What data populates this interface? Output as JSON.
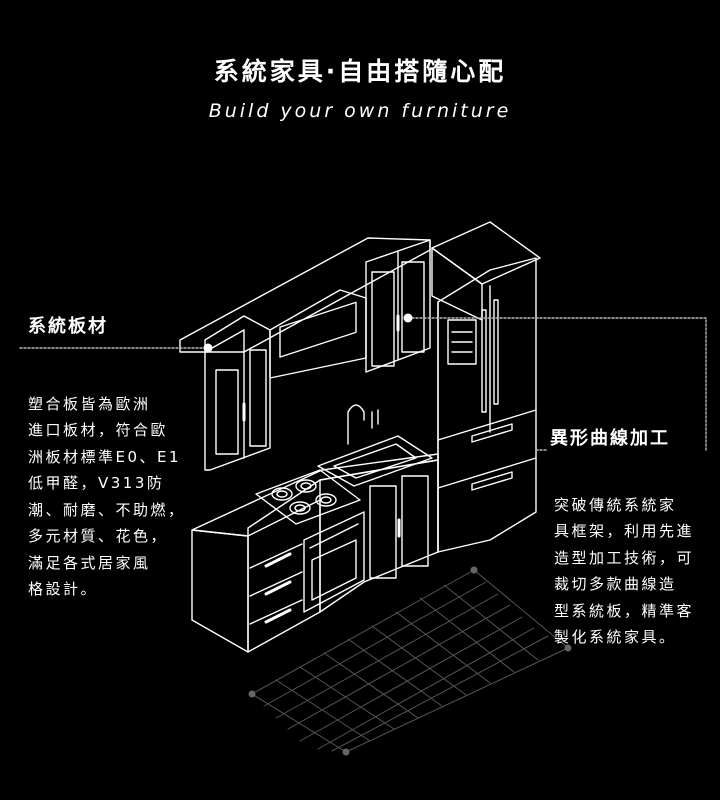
{
  "header": {
    "title": "系統家具·自由搭隨心配",
    "subtitle": "Build your own furniture"
  },
  "left_callout": {
    "heading": "系統板材",
    "lines": [
      "塑合板皆為歐洲",
      "進口板材，符合歐",
      "洲板材標準E0、E1",
      "低甲醛，V313防",
      "潮、耐磨、不助燃，",
      "多元材質、花色，",
      "滿足各式居家風",
      "格設計。"
    ]
  },
  "right_callout": {
    "heading": "異形曲線加工",
    "lines": [
      "突破傳統系統家",
      "具框架，利用先進",
      "造型加工技術，可",
      "裁切多款曲線造",
      "型系統板，精準客",
      "製化系統家具。"
    ]
  },
  "illustration": {
    "subject": "kitchen-cabinet-line-art",
    "line_color": "#ffffff",
    "background": "#000000"
  }
}
